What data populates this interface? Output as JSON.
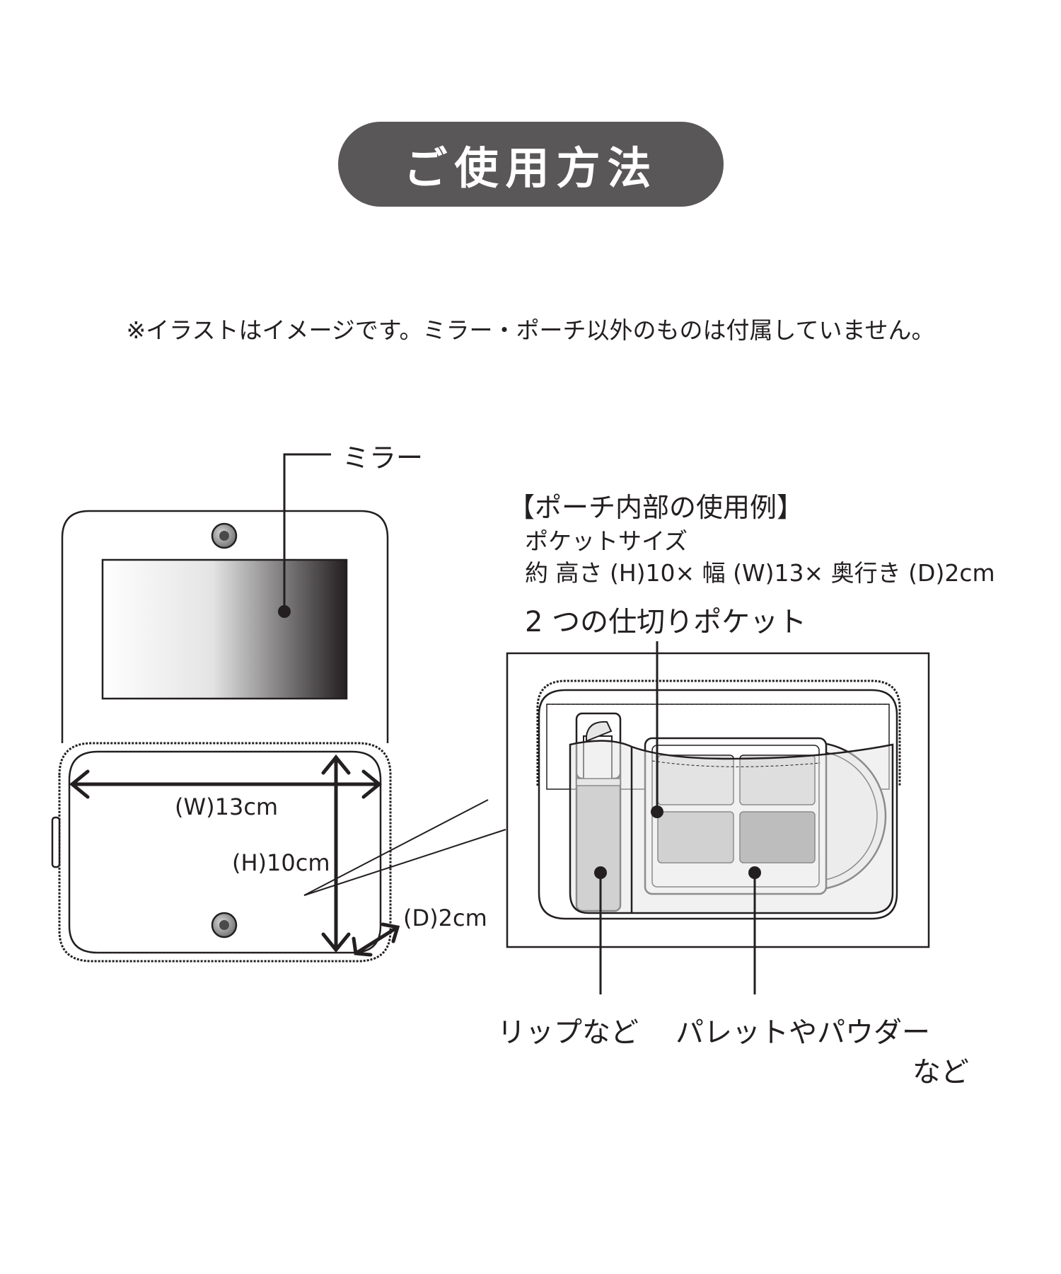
{
  "header": {
    "title": "ご使用方法"
  },
  "note": "※イラストはイメージです。ミラー・ポーチ以外のものは付属していません。",
  "left_diagram": {
    "mirror_label": "ミラー",
    "width_label": "(W)13cm",
    "height_label": "(H)10cm",
    "depth_label": "(D)2cm"
  },
  "right_diagram": {
    "heading": "【ポーチ内部の使用例】",
    "pocket_size_label": "ポケットサイズ",
    "pocket_size_value": "約 高さ (H)10× 幅 (W)13× 奥行き (D)2cm",
    "partition_label": "2 つの仕切りポケット",
    "lip_label": "リップなど",
    "palette_label_line1": "パレットやパウダー",
    "palette_label_line2": "など"
  },
  "colors": {
    "title_pill": "#595757",
    "line": "#231f20",
    "pocket_fill": "#e6e6e6",
    "shade_dark": "#8c8c8c",
    "shade_mid": "#b8b8b8"
  }
}
